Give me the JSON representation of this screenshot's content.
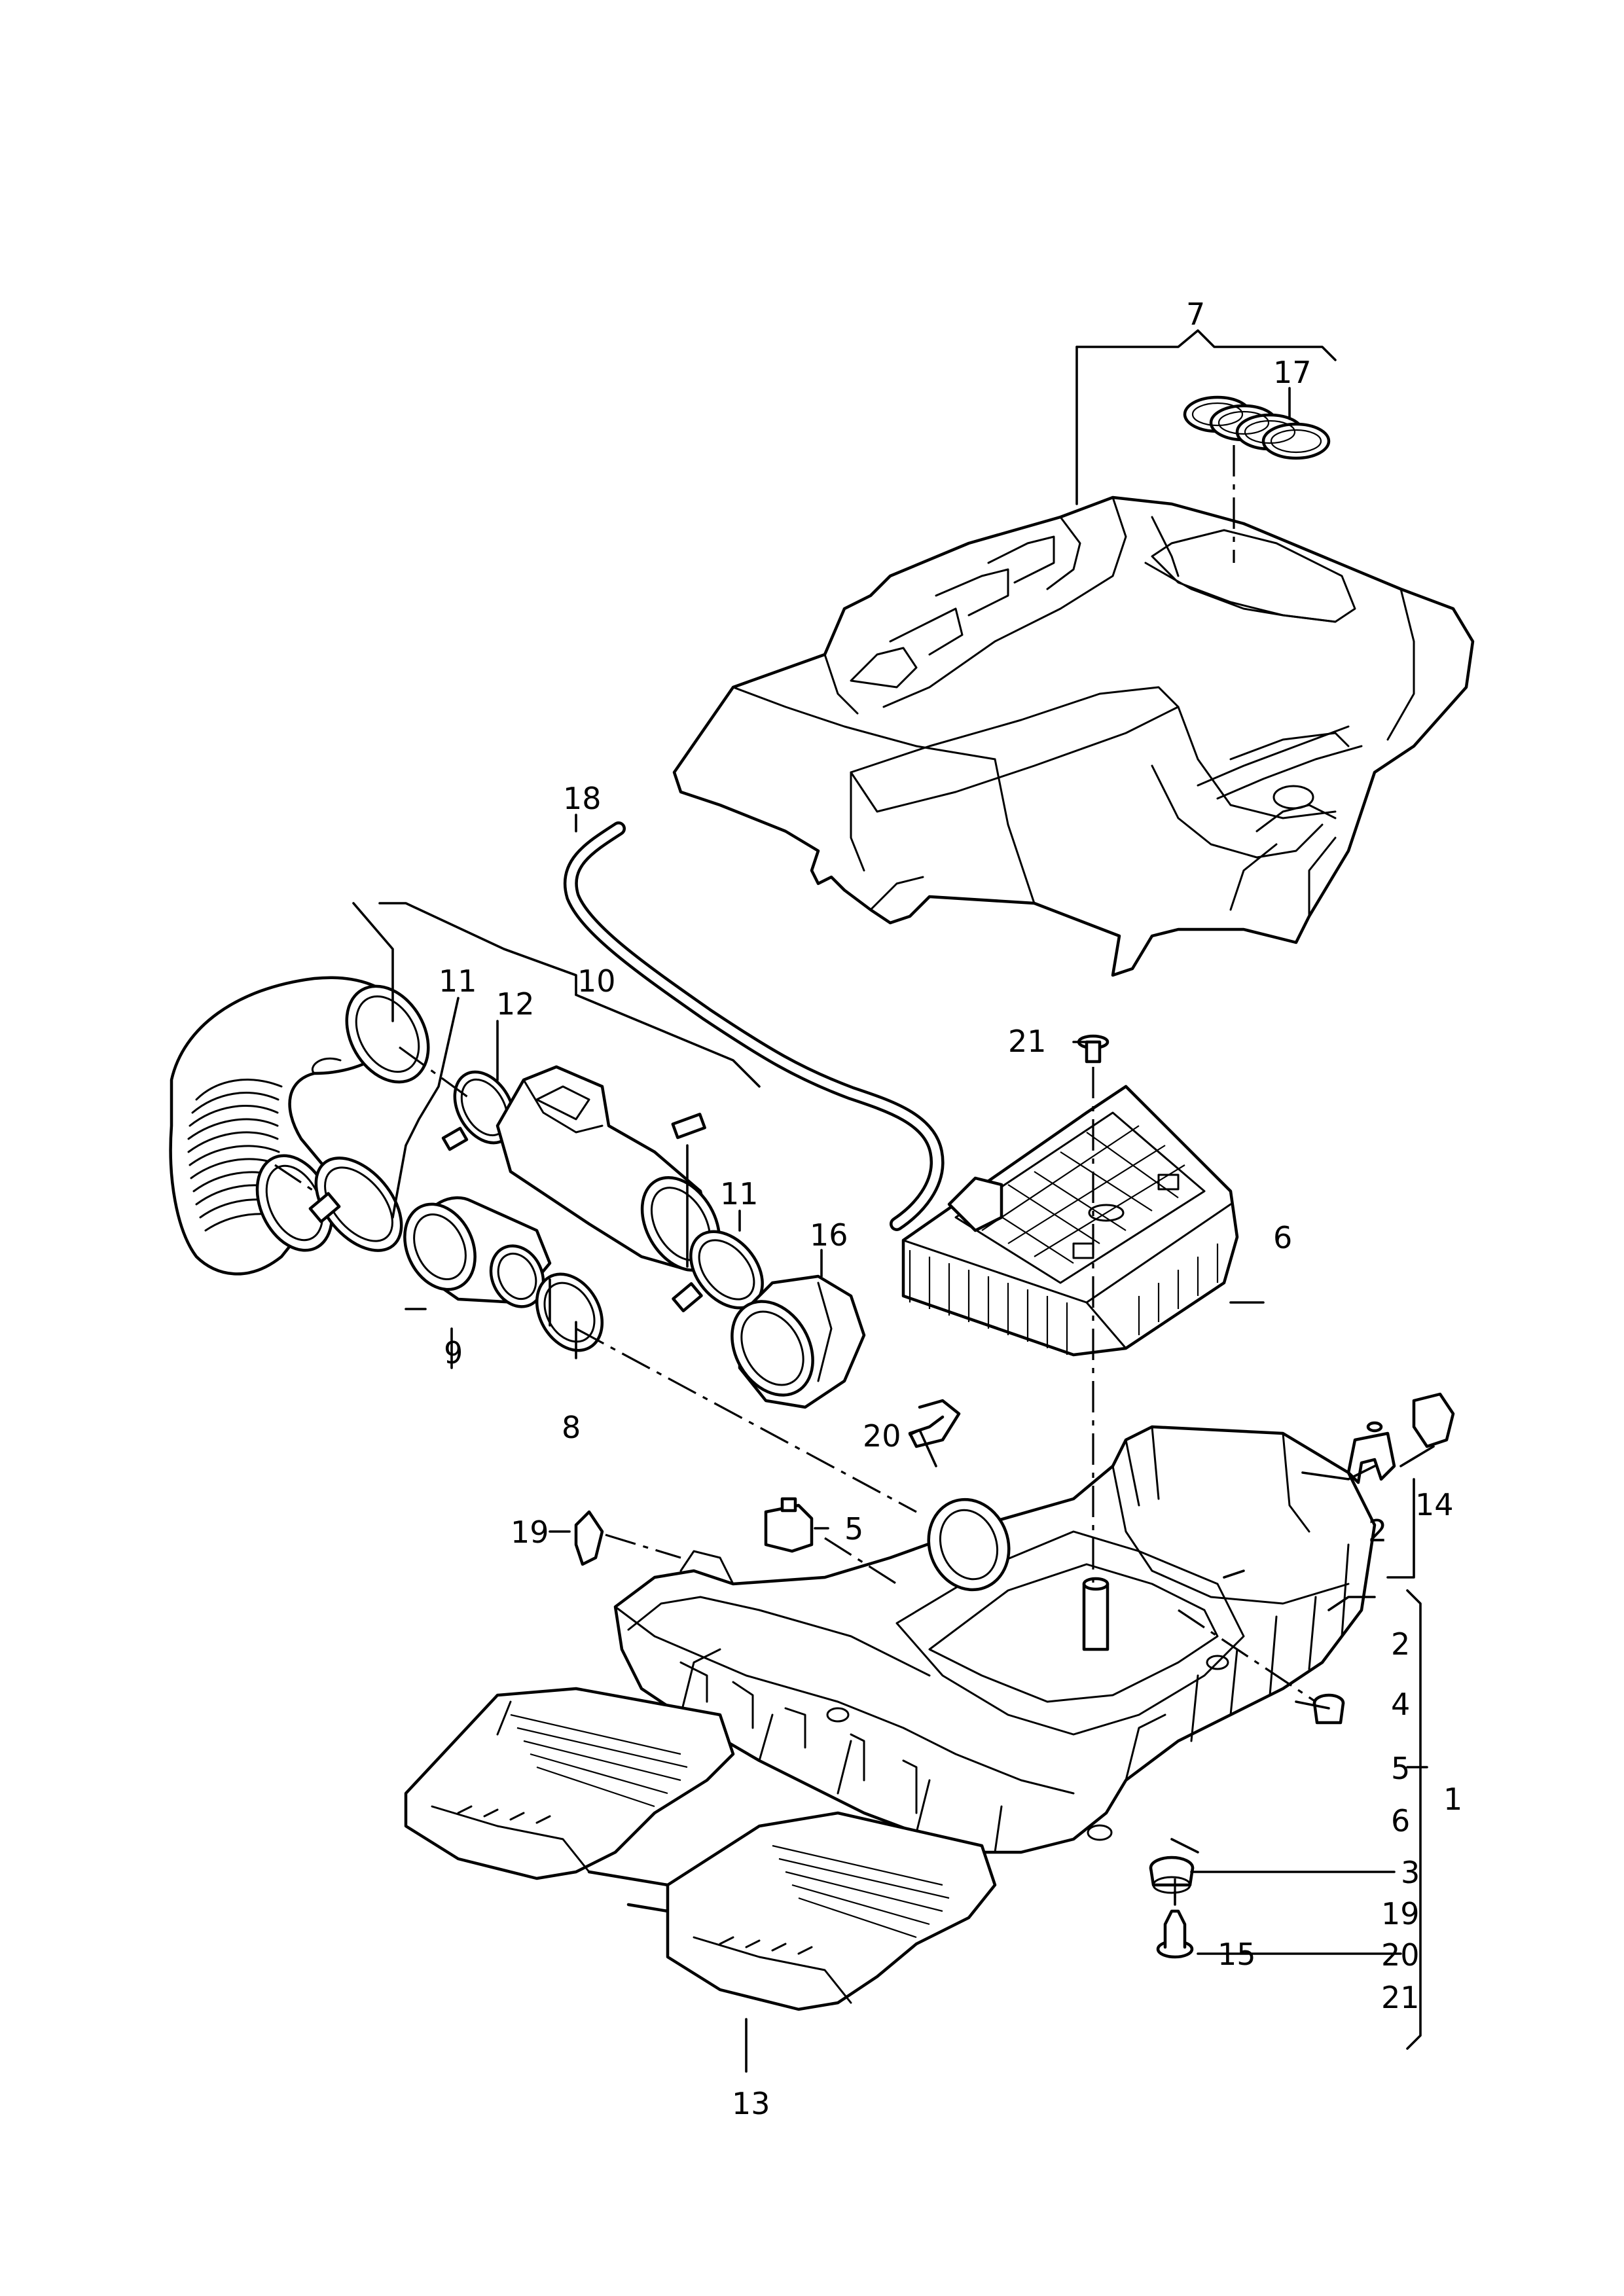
{
  "callouts": {
    "c1": "1",
    "c2a": "2",
    "c2b": "2",
    "c3": "3",
    "c4": "4",
    "c5a": "5",
    "c5b": "5",
    "c6a": "6",
    "c6b": "6",
    "c7": "7",
    "c8": "8",
    "c9": "9",
    "c10": "10",
    "c11a": "11",
    "c11b": "11",
    "c12": "12",
    "c13": "13",
    "c14": "14",
    "c15": "15",
    "c16": "16",
    "c17": "17",
    "c18": "18",
    "c19a": "19",
    "c19b": "19",
    "c20a": "20",
    "c20b": "20",
    "c21a": "21",
    "c21b": "21"
  }
}
